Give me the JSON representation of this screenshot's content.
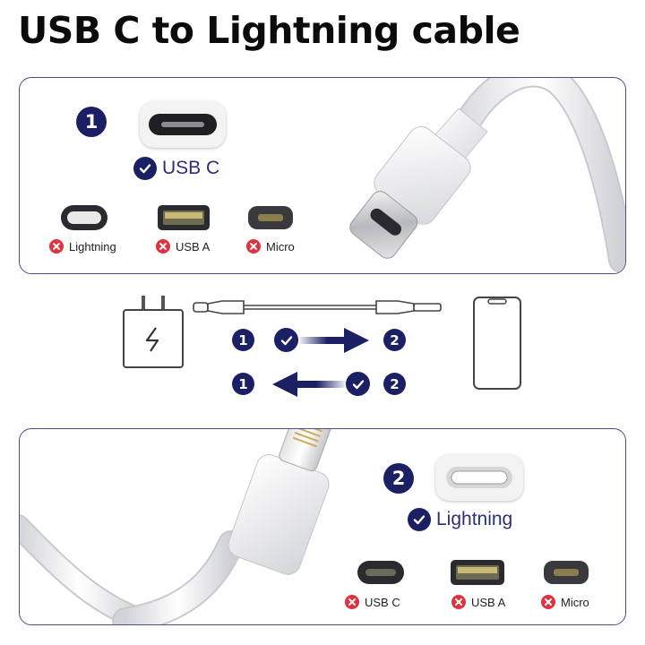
{
  "title": "USB C to Lightning cable",
  "top_panel": {
    "step": "1",
    "accepted": "USB C",
    "rejected": [
      "Lightning",
      "USB A",
      "Micro"
    ]
  },
  "flow": {
    "forward": {
      "from": "1",
      "to": "2"
    },
    "reverse": {
      "from": "1",
      "to": "2"
    }
  },
  "bottom_panel": {
    "step": "2",
    "accepted": "Lightning",
    "rejected": [
      "USB C",
      "USB A",
      "Micro"
    ]
  },
  "colors": {
    "navy": "#1b2064",
    "reject": "#e2323f",
    "border": "#4a4f88"
  },
  "icons": [
    "check-icon",
    "x-icon",
    "charger-icon",
    "phone-icon",
    "cable-icon",
    "arrow-right-icon",
    "arrow-left-icon"
  ]
}
